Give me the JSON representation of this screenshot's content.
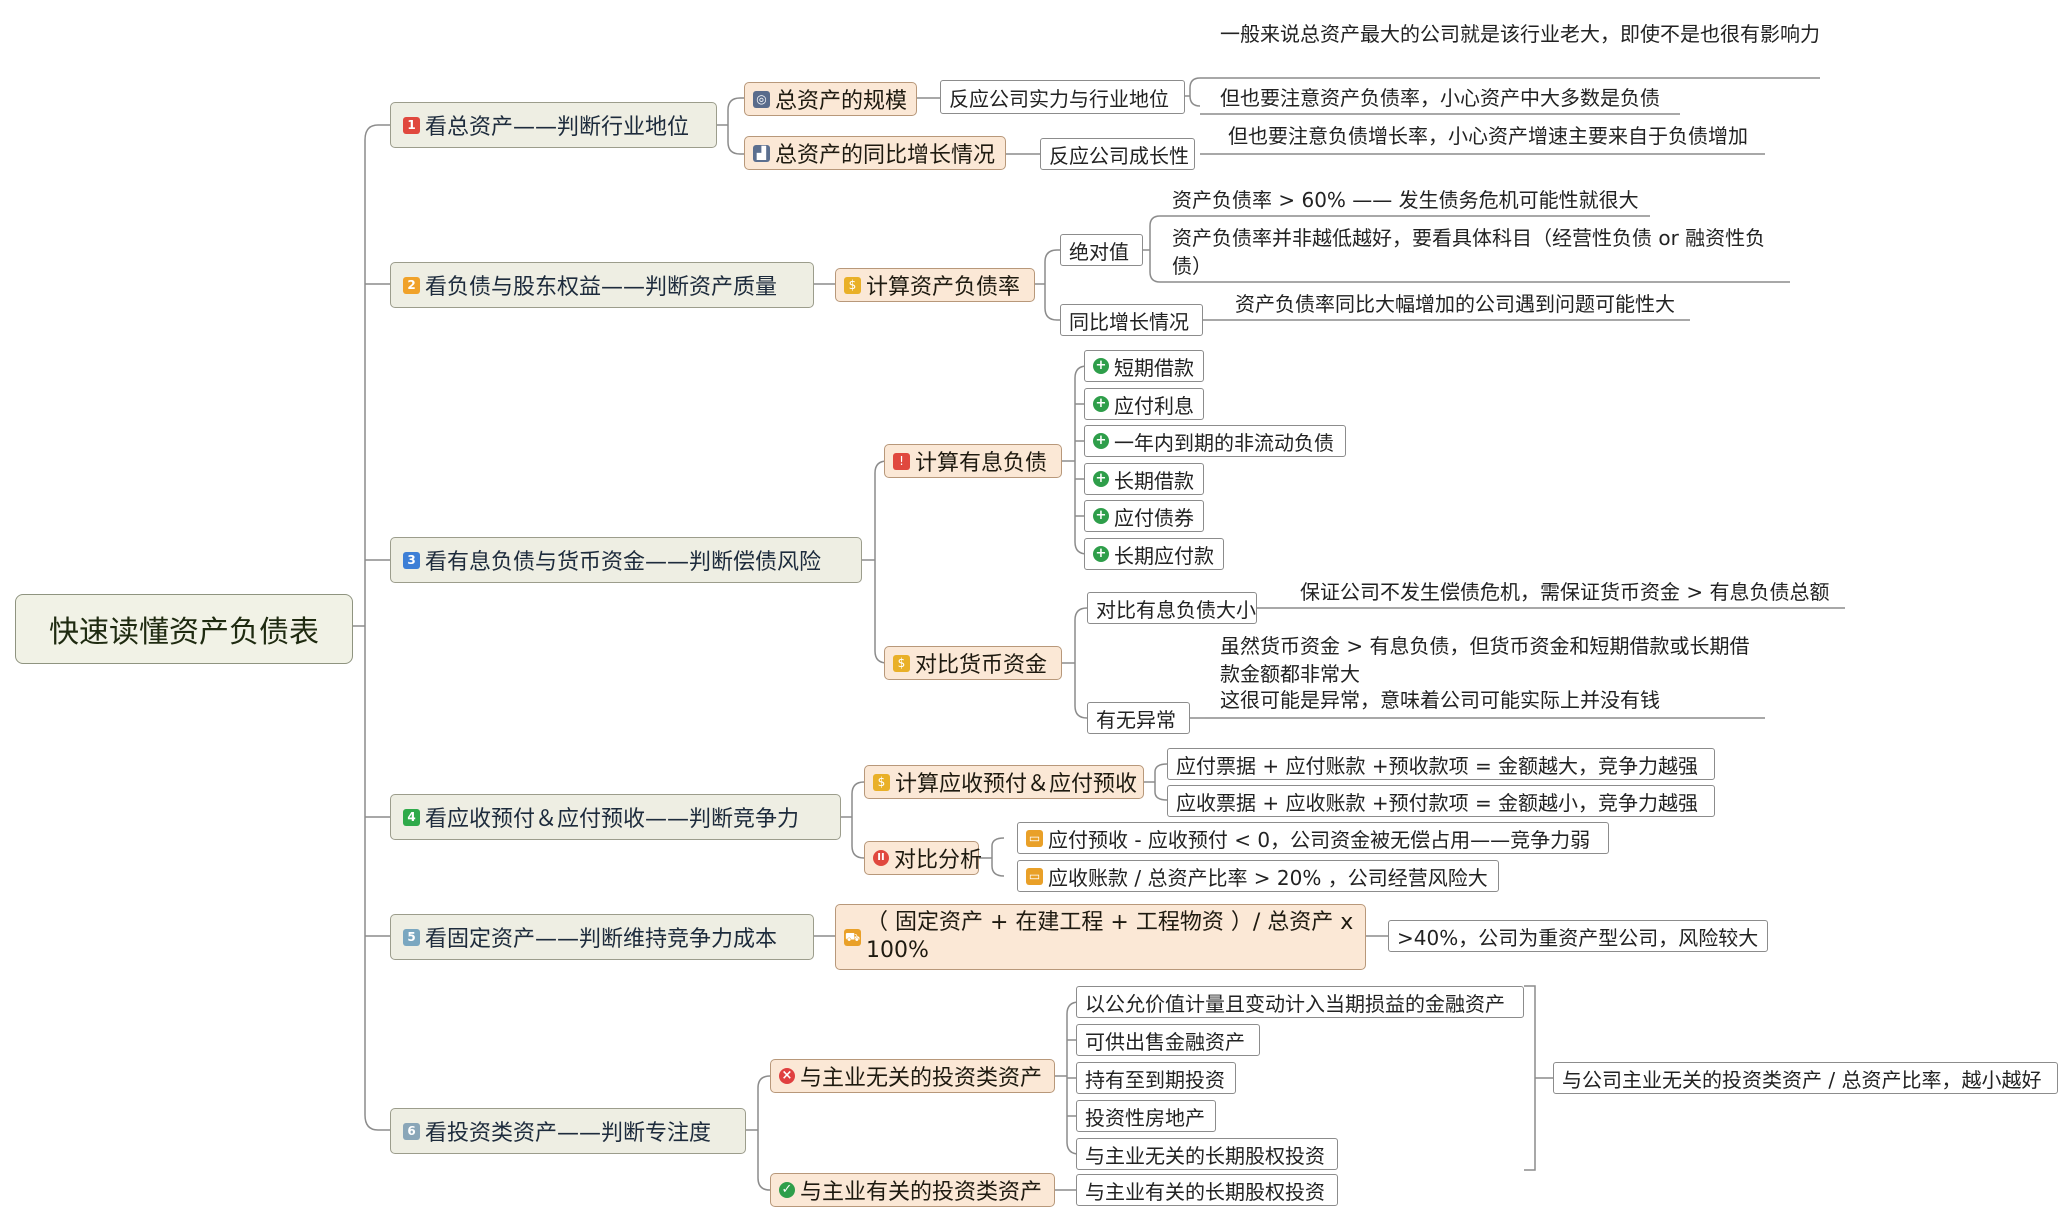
{
  "root": {
    "label": "快速读懂资产负债表"
  },
  "branches": [
    {
      "num": "1",
      "label": "看总资产——判断行业地位",
      "subs": [
        {
          "icon": "scale-icon",
          "label": "总资产的规模",
          "leaf": "反应公司实力与行业地位",
          "notes": [
            "一般来说总资产最大的公司就是该行业老大，即使不是也很有影响力",
            "但也要注意资产负债率，小心资产中大多数是负债"
          ]
        },
        {
          "icon": "growth-chart-icon",
          "label": "总资产的同比增长情况",
          "leaf": "反应公司成长性",
          "notes": [
            "但也要注意负债增长率，小心资产增速主要来自于负债增加"
          ]
        }
      ]
    },
    {
      "num": "2",
      "label": "看负债与股东权益——判断资产质量",
      "subs": [
        {
          "icon": "money-bag-icon",
          "label": "计算资产负债率",
          "children": [
            {
              "label": "绝对值",
              "notes": [
                "资产负债率 > 60% —— 发生债务危机可能性就很大",
                "资产负债率并非越低越好，要看具体科目（经营性负债 or 融资性负债）"
              ]
            },
            {
              "label": "同比增长情况",
              "notes": [
                "资产负债率同比大幅增加的公司遇到问题可能性大"
              ]
            }
          ]
        }
      ]
    },
    {
      "num": "3",
      "label": "看有息负债与货币资金——判断偿债风险",
      "subs": [
        {
          "icon": "thermometer-icon",
          "label": "计算有息负债",
          "items": [
            "短期借款",
            "应付利息",
            "一年内到期的非流动负债",
            "长期借款",
            "应付债券",
            "长期应付款"
          ]
        },
        {
          "icon": "dollar-icon",
          "label": "对比货币资金",
          "children": [
            {
              "label": "对比有息负债大小",
              "notes": [
                "保证公司不发生偿债危机，需保证货币资金 > 有息负债总额"
              ]
            },
            {
              "label": "有无异常",
              "notes": [
                "虽然货币资金 > 有息负债，但货币资金和短期借款或长期借款金额都非常大",
                "这很可能是异常，意味着公司可能实际上并没有钱"
              ]
            }
          ]
        }
      ]
    },
    {
      "num": "4",
      "label": "看应收预付＆应付预收——判断竞争力",
      "subs": [
        {
          "icon": "coin-icon",
          "label": "计算应收预付＆应付预收",
          "leaves": [
            "应付票据 + 应付账款 +预收款项 = 金额越大，竞争力越强",
            "应收票据 + 应收账款 +预付款项 = 金额越小，竞争力越强"
          ]
        },
        {
          "icon": "pause-icon",
          "label": "对比分析",
          "leaves": [
            "应付预收 - 应收预付 < 0，公司资金被无偿占用——竞争力弱",
            "应收账款 / 总资产比率 > 20% ，公司经营风险大"
          ]
        }
      ]
    },
    {
      "num": "5",
      "label": "看固定资产——判断维持竞争力成本",
      "subs": [
        {
          "icon": "cart-icon",
          "label": "（ 固定资产 + 在建工程 + 工程物资 ）/ 总资产 x 100%",
          "leaf": ">40%，公司为重资产型公司，风险较大"
        }
      ]
    },
    {
      "num": "6",
      "label": "看投资类资产——判断专注度",
      "subs": [
        {
          "icon": "cross-circle-icon",
          "label": "与主业无关的投资类资产",
          "items": [
            "以公允价值计量且变动计入当期损益的金融资产",
            "可供出售金融资产",
            "持有至到期投资",
            "投资性房地产",
            "与主业无关的长期股权投资"
          ]
        },
        {
          "icon": "check-circle-icon",
          "label": "与主业有关的投资类资产",
          "items": [
            "与主业有关的长期股权投资"
          ]
        }
      ],
      "summary": "与公司主业无关的投资类资产 / 总资产比率，越小越好"
    }
  ],
  "colors": {
    "badge1": "#e0483e",
    "badge2": "#f0a22a",
    "badge3": "#3d7fd6",
    "badge4": "#2faa4a",
    "badge5": "#7aa7c0",
    "badge6": "#8aa6b8",
    "line": "#8c8c8c",
    "plus": "#2e9e4a",
    "cross": "#e04040"
  }
}
